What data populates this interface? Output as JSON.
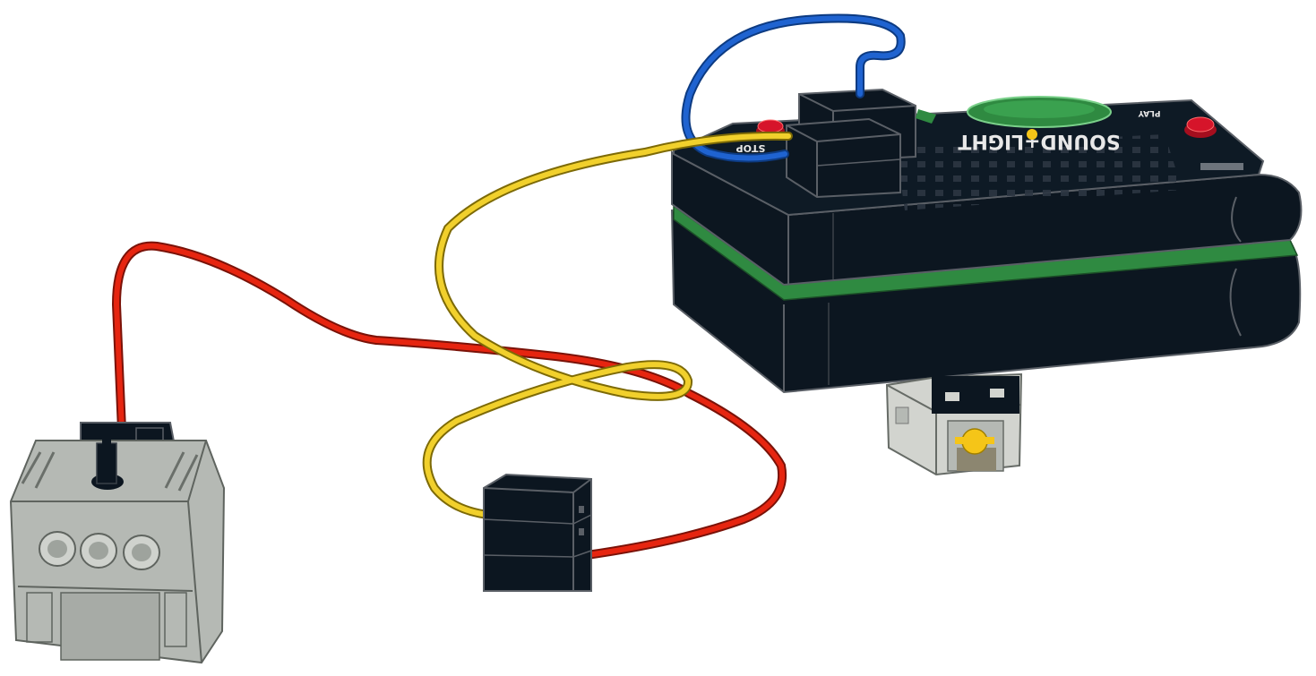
{
  "controller": {
    "brand_text": "SOUND+LIGHT",
    "left_pin_label": "STOP",
    "right_pin_label": "PLAY",
    "colors": {
      "body": "#0c1620",
      "outline": "#5a5f66",
      "board": "#2f8a41",
      "pin": "#d6142a",
      "button": "#2f8a41"
    }
  },
  "wires": {
    "blue": "#1f63d0",
    "yellow": "#f1d02c",
    "red": "#e62510"
  },
  "motor": {
    "color": "#b5b9b4",
    "dark": "#8c918b"
  },
  "switch_block": {
    "color": "#0c1620"
  },
  "sensor": {
    "color": "#d2d4cf",
    "accent": "#f5c518"
  }
}
